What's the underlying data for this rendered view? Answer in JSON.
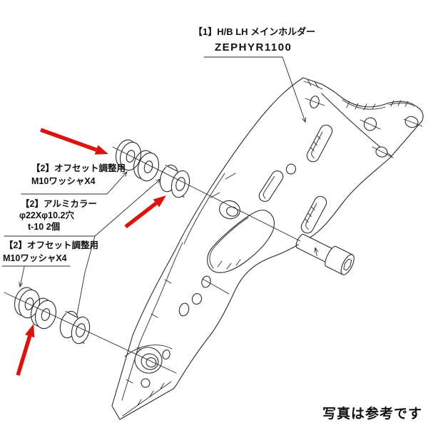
{
  "colors": {
    "background": "#ffffff",
    "line": "#2b2b2b",
    "arrow_red": "#dc140e",
    "text": "#111111"
  },
  "callouts": {
    "part1_main_holder": {
      "line1": "【1】H/B LH メインホルダー",
      "line2": "ZEPHYR1100"
    },
    "offset_washers_upper": {
      "line1": "【2】オフセット調整用",
      "line2": "M10ワッシャX4"
    },
    "alumi_collar": {
      "line1": "【2】アルミカラー",
      "line2": "φ22Xφ10.2穴",
      "line3": "t-10 2個"
    },
    "offset_washers_lower": {
      "line1": "【2】オフセット調整用",
      "line2": "M10ワッシャX4"
    }
  },
  "caption": "写真は参考です"
}
